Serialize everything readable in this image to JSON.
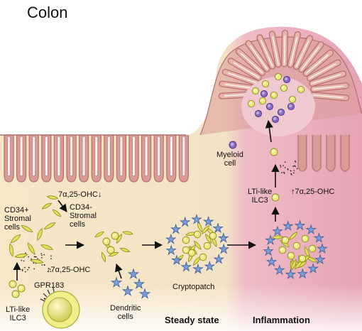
{
  "title": "Colon",
  "labels": {
    "cd34_pos": "CD34+\nStromal\ncells",
    "cd34_neg": "CD34-\nStromal\ncells",
    "oxysterol_down": "7α,25-OHC↓",
    "oxysterol_up_left": "↑7α,25-OHC",
    "oxysterol_up_right": "↑7α,25-OHC",
    "gpr183": "GPR183",
    "ltilike_left": "LTi-like\nILC3",
    "ltilike_right": "LTi-like\nILC3",
    "dendritic": "Dendritic\ncells",
    "cryptopatch": "Cryptopatch",
    "myeloid": "Myeloid\ncell",
    "steady_state": "Steady state",
    "inflammation": "Inflammation"
  },
  "colors": {
    "steady_background": "#f5e6c4",
    "inflamed_background": "#e7a9b8",
    "crypt_epithelium": "#d99b97",
    "stromal_cell": "#e2e05a",
    "ilc3_cell": "#eaea7c",
    "dendritic_cell": "#7b9fd6",
    "myeloid_cell": "#8a6cc2"
  }
}
